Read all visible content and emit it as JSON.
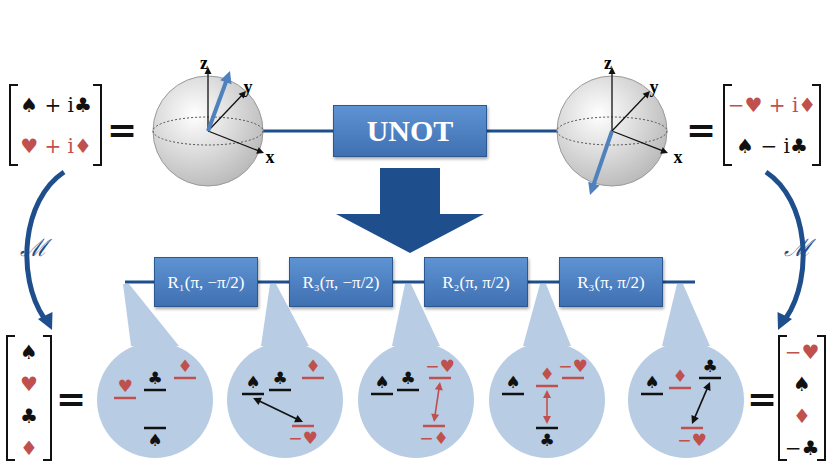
{
  "diagram": {
    "nodes": [
      {
        "text": [
          "z",
          "y",
          "x"
        ]
      },
      {
        "text": [
          "UNOT"
        ]
      },
      {
        "text": [
          "z",
          "y",
          "x"
        ]
      },
      {
        "text": [
          "R₁(π, −π/2)"
        ]
      },
      {
        "text": [
          "R₃(π, −π/2)"
        ]
      },
      {
        "text": [
          "R₂(π, π/2)"
        ]
      },
      {
        "text": [
          "R₃(π, π/2)"
        ]
      },
      {
        "text": [
          "♥",
          "♣",
          "♦",
          "♠"
        ]
      },
      {
        "text": [
          "♠",
          "♣",
          "♦",
          "−♥"
        ]
      },
      {
        "text": [
          "♠",
          "♣",
          "−♥",
          "−♦"
        ]
      },
      {
        "text": [
          "♠",
          "♦",
          "−♥",
          "♣"
        ]
      },
      {
        "text": [
          "♠",
          "♦",
          "♣",
          "−♥"
        ]
      }
    ],
    "edges": [
      {
        "from": 0,
        "to": 1,
        "arrow": "none"
      },
      {
        "from": 1,
        "to": 2,
        "arrow": "none"
      },
      {
        "from": 3,
        "to": 4,
        "arrow": "none"
      },
      {
        "from": 4,
        "to": 5,
        "arrow": "none"
      },
      {
        "from": 5,
        "to": 6,
        "arrow": "none"
      }
    ],
    "labels": [
      "♠ + i♣",
      "♥ + i♦",
      "=",
      "=",
      "−♥ + i♦",
      "♠ − i♣",
      "ℳ",
      "ℳ",
      "♠",
      "♥",
      "♣",
      "♦",
      "=",
      "=",
      "−♥",
      "♠",
      "♦",
      "−♣"
    ]
  }
}
